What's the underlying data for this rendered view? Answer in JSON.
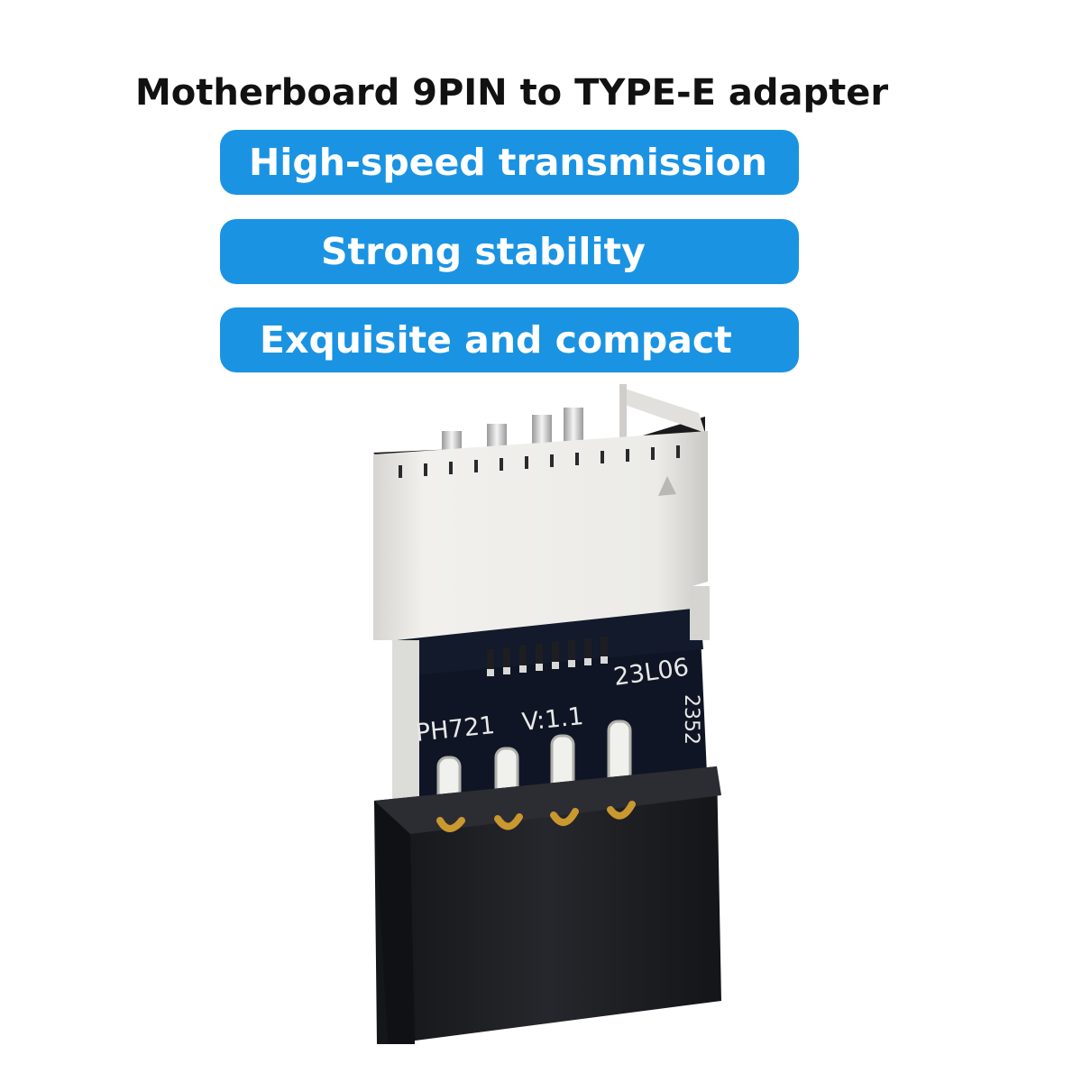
{
  "title": "Motherboard 9PIN to TYPE-E adapter",
  "features": [
    "High-speed transmission",
    "Strong stability",
    "Exquisite and compact"
  ],
  "board_markings": {
    "model": "PH721",
    "version": "V:1.1",
    "code_a": "23L06",
    "code_b": "2352"
  },
  "colors": {
    "pill": "#1a93e3",
    "title": "#111111",
    "board": "#0f1524",
    "header": "#1b1c20",
    "shell": "#ecebe7",
    "gold": "#c9982f"
  }
}
